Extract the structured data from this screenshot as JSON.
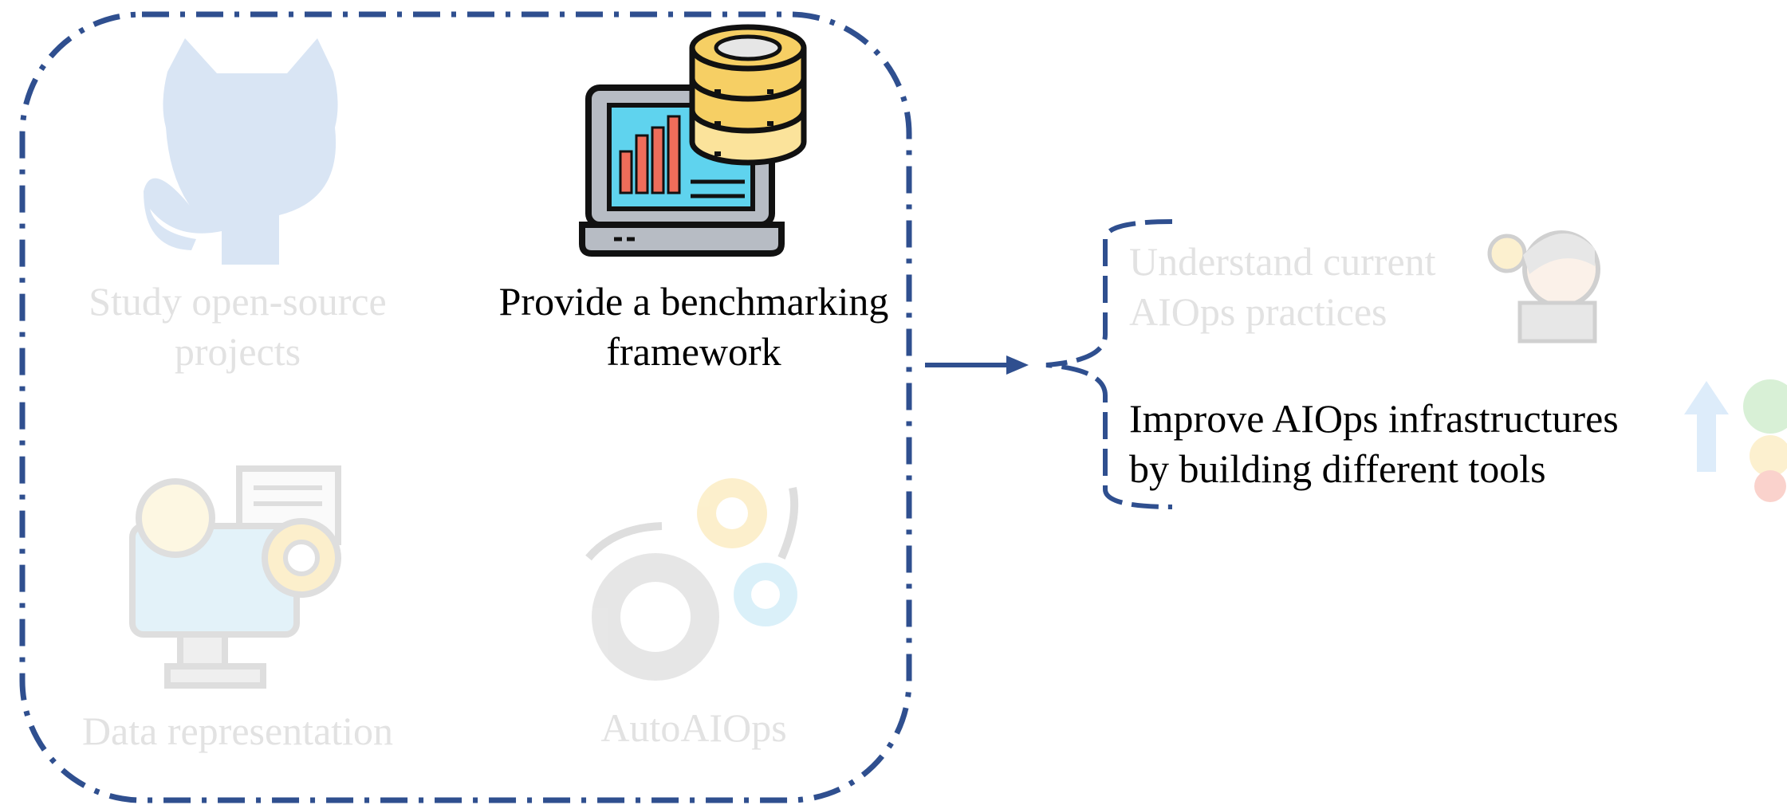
{
  "colors": {
    "frame": "#2f4f8f",
    "faded_text": "#e2e2e2",
    "active_text": "#000000"
  },
  "cards": [
    {
      "id": "study",
      "lines": [
        "Study open-source",
        "projects"
      ],
      "state": "faded",
      "icon": "github-octocat-icon"
    },
    {
      "id": "benchmark",
      "lines": [
        "Provide a benchmarking",
        "framework"
      ],
      "state": "active",
      "icon": "laptop-database-icon"
    },
    {
      "id": "data",
      "lines": [
        "Data representation"
      ],
      "state": "faded",
      "icon": "monitor-lightbulb-gear-icon"
    },
    {
      "id": "auto",
      "lines": [
        "AutoAIOps"
      ],
      "state": "faded",
      "icon": "gears-icon"
    }
  ],
  "outcomes": [
    {
      "id": "understand",
      "lines": [
        "Understand current",
        "AIOps practices"
      ],
      "state": "faded",
      "icon": "person-idea-icon"
    },
    {
      "id": "improve",
      "lines": [
        "Improve AIOps infrastructures",
        "by building different tools"
      ],
      "state": "active",
      "icon": "upward-smiley-icon"
    }
  ]
}
